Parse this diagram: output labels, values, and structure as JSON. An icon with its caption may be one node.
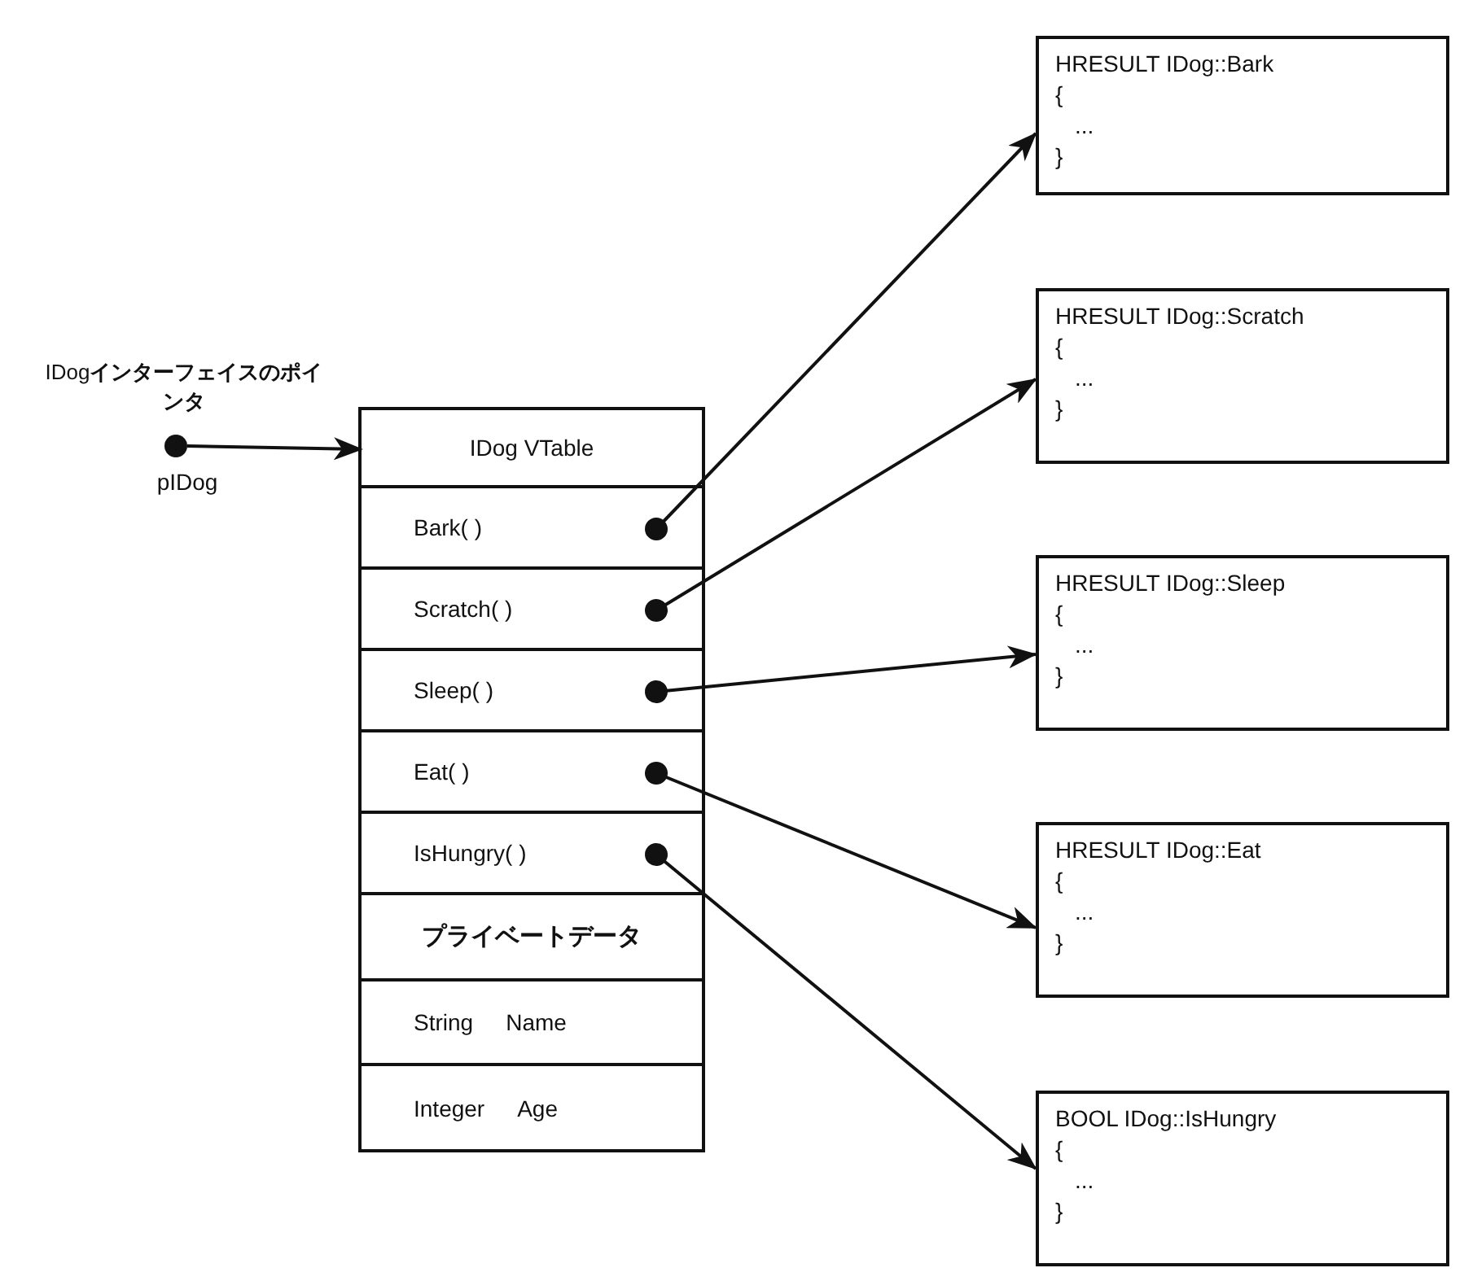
{
  "diagram": {
    "nodes": [
      {
        "text": [],
        "shape": "circle",
        "beside": [
          "IDog**インターフェイスのポインタ**",
          "pIDog"
        ]
      },
      {
        "text": [],
        "shape": "box"
      },
      {
        "text": [
          "IDog VTable"
        ],
        "in": 1
      },
      {
        "text": [
          "Bark( )"
        ],
        "in": 1
      },
      {
        "text": [
          "Scratch( )"
        ],
        "in": 1
      },
      {
        "text": [
          "Sleep( )"
        ],
        "in": 1
      },
      {
        "text": [
          "Eat( )"
        ],
        "in": 1
      },
      {
        "text": [
          "IsHungry( )"
        ],
        "in": 1
      },
      {
        "text": [
          "プライベートデータ"
        ],
        "in": 1
      },
      {
        "text": [
          "String",
          "Name"
        ],
        "in": 1
      },
      {
        "text": [
          "Integer",
          "Age"
        ],
        "in": 1
      },
      {
        "text": [
          "HRESULT IDog::Bark",
          "{",
          "...",
          "}"
        ]
      },
      {
        "text": [
          "HRESULT IDog::Scratch",
          "{",
          "...",
          "}"
        ]
      },
      {
        "text": [
          "HRESULT IDog::Sleep",
          "{",
          "...",
          "}"
        ]
      },
      {
        "text": [
          "HRESULT IDog::Eat",
          "{",
          "...",
          "}"
        ]
      },
      {
        "text": [
          "BOOL IDog::IsHungry",
          "{",
          "...",
          "}"
        ]
      }
    ],
    "edges": [
      {
        "from": 0,
        "to": 2,
        "arrow": "to"
      },
      {
        "from": 3,
        "to": 11,
        "arrow": "to"
      },
      {
        "from": 4,
        "to": 12,
        "arrow": "to"
      },
      {
        "from": 5,
        "to": 13,
        "arrow": "to"
      },
      {
        "from": 6,
        "to": 14,
        "arrow": "to"
      },
      {
        "from": 7,
        "to": 15,
        "arrow": "to"
      }
    ]
  }
}
